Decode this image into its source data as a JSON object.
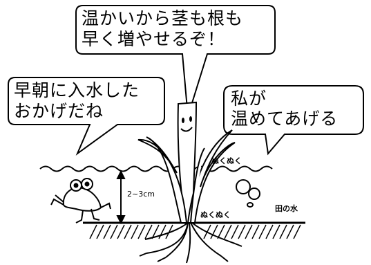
{
  "bubbles": {
    "top_line1": "温かいから茎も根も",
    "top_line2": "早く増やせるぞ！",
    "left_line1": "早朝に入水した",
    "left_line2": "おかげだね",
    "right_line1": "私が",
    "right_line2": "温めてあげる"
  },
  "labels": {
    "nukunuku_upper": "ぬくぬく",
    "nukunuku_lower": "ぬくぬく",
    "depth": "2~3cm",
    "field_water": "田の水"
  }
}
